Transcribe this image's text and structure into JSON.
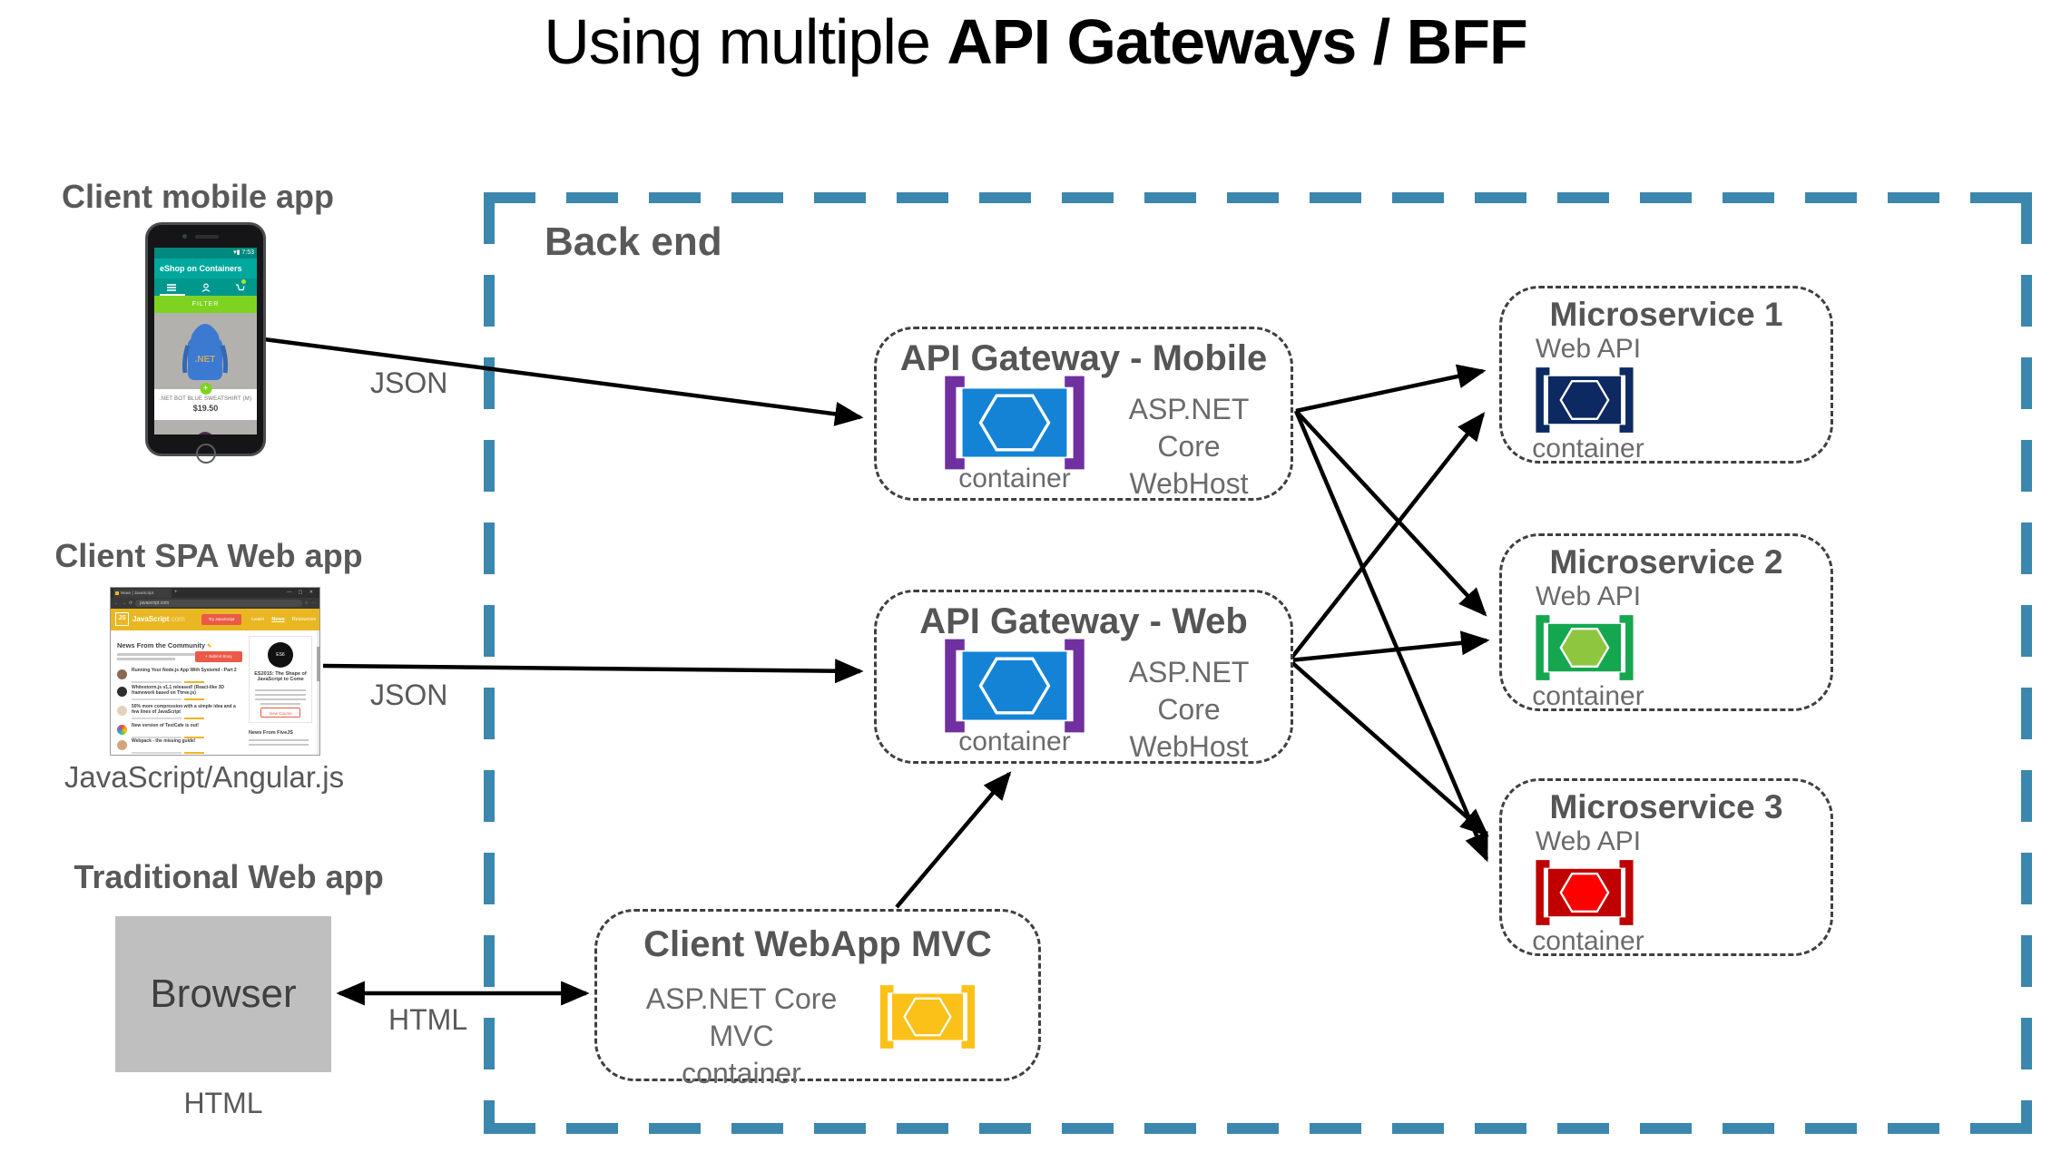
{
  "title": {
    "regular": "Using multiple ",
    "bold": "API Gateways / BFF"
  },
  "backend": {
    "label": "Back end"
  },
  "clients": {
    "mobile": {
      "title": "Client mobile app",
      "arrow_label": "JSON"
    },
    "spa": {
      "title": "Client SPA Web app",
      "arrow_label": "JSON",
      "caption": "JavaScript/Angular.js"
    },
    "traditional": {
      "title": "Traditional Web app",
      "box_label": "Browser",
      "caption": "HTML",
      "arrow_label": "HTML"
    }
  },
  "gateways": {
    "mobile": {
      "title": "API Gateway - Mobile",
      "tech_line1": "ASP.NET Core",
      "tech_line2": "WebHost",
      "container_label": "container"
    },
    "web": {
      "title": "API Gateway - Web",
      "tech_line1": "ASP.NET Core",
      "tech_line2": "WebHost",
      "container_label": "container"
    }
  },
  "webapp_mvc": {
    "title": "Client WebApp MVC",
    "tech_line1": "ASP.NET Core MVC",
    "tech_line2": "container"
  },
  "microservices": [
    {
      "title": "Microservice 1",
      "subtitle": "Web API",
      "container_label": "container"
    },
    {
      "title": "Microservice 2",
      "subtitle": "Web API",
      "container_label": "container"
    },
    {
      "title": "Microservice 3",
      "subtitle": "Web API",
      "container_label": "container"
    }
  ],
  "phone": {
    "status_time": "7:53",
    "app_title": "eShop on Containers",
    "filter_button": "FILTER",
    "hoodie_text": ".NET",
    "product_name": ".NET BOT BLUE SWEATSHIRT (M)",
    "price": "$19.50"
  },
  "spa_window": {
    "tab_title": "News | JavaScript",
    "new_tab": "+",
    "window_controls": "— ▢ ✕",
    "url": "javascript.com",
    "logo_badge": "JS",
    "brand": "JavaScript",
    "brand_suffix": ".com",
    "try_button": "Try JavaScript",
    "nav": [
      "Learn",
      "News",
      "Resources"
    ],
    "heading": "News From the Community",
    "pencil": "✎",
    "submit_button": "+ Submit Story",
    "news": [
      {
        "headline": "Running Your Node.js App With Systemd - Part 2"
      },
      {
        "headline": "Whitestorm.js v1.1 released! (React-like 3D framework based on Three.js)"
      },
      {
        "headline": "50% more compression with a simple idea and a few lines of JavaScript"
      },
      {
        "headline": "New version of TestCafe is out!"
      },
      {
        "headline": "Webpack - the missing guide!"
      }
    ],
    "sidebar": {
      "course_title": "ES2015: The Shape of JavaScript to Come",
      "course_button": "View Course",
      "fivejs_heading": "News From FiveJS"
    }
  },
  "colors": {
    "backend_border": "#3C87AE",
    "node_border": "#3F3F3F",
    "heading_gray": "#595959",
    "arrow_black": "#000000",
    "gateway_blue": "#1583D5",
    "bracket_purple": "#7030A0",
    "ms1_navy": "#0D2961",
    "ms2_green": "#14A750",
    "ms2_hexagon": "#8EC63F",
    "ms3_dark_red": "#C00000",
    "ms3_hexagon": "#FE0000",
    "mvc_yellow": "#FCC118",
    "eshop_teal": "#00A79D",
    "eshop_lime": "#7ED321",
    "js_yellow": "#E9B721",
    "js_red": "#EA5A47",
    "browser_fill": "#BFBFBF"
  }
}
